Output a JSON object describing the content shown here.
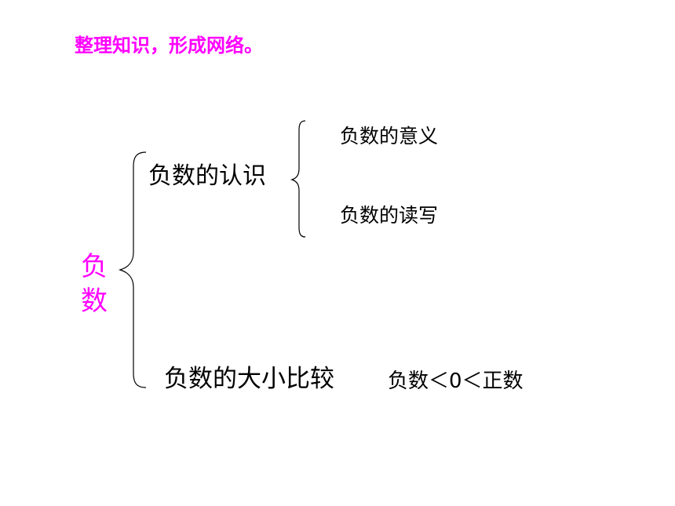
{
  "heading": "整理知识，形成网络。",
  "root": {
    "chars": [
      "负",
      "数"
    ]
  },
  "branches": [
    {
      "label": "负数的认识",
      "children": [
        "负数的意义",
        "负数的读写"
      ]
    },
    {
      "label": "负数的大小比较",
      "note": "负数＜0＜正数"
    }
  ],
  "colors": {
    "accent": "#ff00ff",
    "text": "#000000",
    "line": "#000000",
    "background": "#ffffff"
  }
}
